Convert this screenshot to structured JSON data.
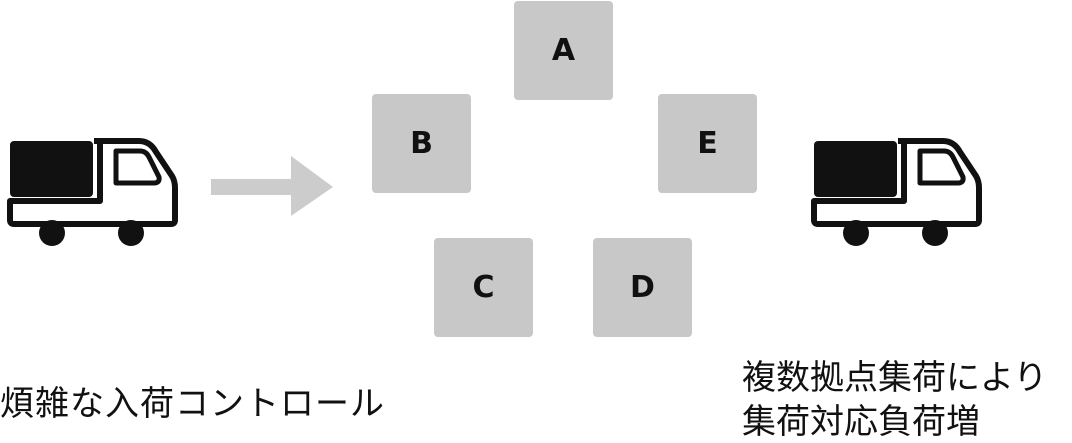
{
  "colors": {
    "box_fill": "#c8c8c8",
    "arrow": "#cccccc",
    "truck": "#111111",
    "text": "#111111"
  },
  "icons": {
    "left": "truck-icon",
    "right": "truck-icon",
    "arrow": "right-arrow-icon"
  },
  "locations": {
    "a": "A",
    "b": "B",
    "c": "C",
    "d": "D",
    "e": "E"
  },
  "captions": {
    "left": "煩雑な入荷コントロール",
    "right_line1": "複数拠点集荷により",
    "right_line2": "集荷対応負荷増"
  }
}
